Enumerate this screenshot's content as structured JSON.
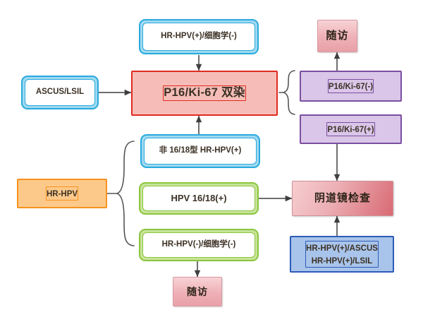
{
  "diagram": {
    "title": "HR-HPV / cytology triage flowchart",
    "palette": {
      "cyan": "#29AADF",
      "green": "#8CC63E",
      "orange": "#F7921E",
      "purple": "#7B4FA0",
      "blue": "#2B5CB8",
      "red": "#E02B20",
      "pink_fill": "#EEB0B6",
      "pink_fill_dark": "#D96A73",
      "connector": "#3f3f3f",
      "background": "#FFFFFF"
    },
    "nodes": [
      {
        "id": "hrhpv-pos-cyto-neg",
        "label": "HR-HPV(+)/细胞学(-)",
        "style": "cyan-rounded-double"
      },
      {
        "id": "ascus-lsil",
        "label": "ASCUS/LSIL",
        "style": "cyan-rounded-double"
      },
      {
        "id": "p16ki67-dual",
        "label": "P16/Ki-67 双染",
        "style": "red-square-double"
      },
      {
        "id": "followup-top",
        "label": "随访",
        "style": "pink-gradient"
      },
      {
        "id": "p16ki67-neg",
        "label": "P16/Ki-67(-)",
        "style": "purple-square-double"
      },
      {
        "id": "p16ki67-pos",
        "label": "P16/Ki-67(+)",
        "style": "purple-square-double"
      },
      {
        "id": "non-1618-hrhpv-pos",
        "label": "非 16/18型 HR-HPV(+)",
        "style": "cyan-rounded-double"
      },
      {
        "id": "hrhpv",
        "label": "HR-HPV",
        "style": "orange-square-double"
      },
      {
        "id": "hpv-1618-pos",
        "label": "HPV 16/18(+)",
        "style": "green-rounded-double"
      },
      {
        "id": "hrhpv-neg-cyto-neg",
        "label": "HR-HPV(-)/细胞学(-)",
        "style": "green-rounded-double"
      },
      {
        "id": "colposcopy",
        "label": "阴道镜检查",
        "style": "pink-gradient-wide"
      },
      {
        "id": "hrhpv-pos-ascus-lsil",
        "label": "HR-HPV(+)/ASCUS\nHR-HPV(+)/LSIL",
        "style": "blue-square-double"
      },
      {
        "id": "followup-bottom",
        "label": "随访",
        "style": "pink-gradient"
      }
    ],
    "edges": [
      {
        "from": "hrhpv-pos-cyto-neg",
        "to": "p16ki67-dual",
        "kind": "arrow-down"
      },
      {
        "from": "ascus-lsil",
        "to": "p16ki67-dual",
        "kind": "arrow-right"
      },
      {
        "from": "non-1618-hrhpv-pos",
        "to": "p16ki67-dual",
        "kind": "arrow-up"
      },
      {
        "from": "p16ki67-dual",
        "to": "p16ki67-neg/p16ki67-pos",
        "kind": "brace-right"
      },
      {
        "from": "p16ki67-neg",
        "to": "followup-top",
        "kind": "arrow-up"
      },
      {
        "from": "p16ki67-pos",
        "to": "colposcopy",
        "kind": "arrow-down"
      },
      {
        "from": "hrhpv",
        "to": "non-1618-hrhpv-pos/hpv-1618-pos/hrhpv-neg-cyto-neg",
        "kind": "brace-right"
      },
      {
        "from": "hpv-1618-pos",
        "to": "colposcopy",
        "kind": "arrow-right"
      },
      {
        "from": "hrhpv-neg-cyto-neg",
        "to": "followup-bottom",
        "kind": "arrow-down"
      },
      {
        "from": "hrhpv-pos-ascus-lsil",
        "to": "colposcopy",
        "kind": "arrow-up"
      }
    ]
  }
}
